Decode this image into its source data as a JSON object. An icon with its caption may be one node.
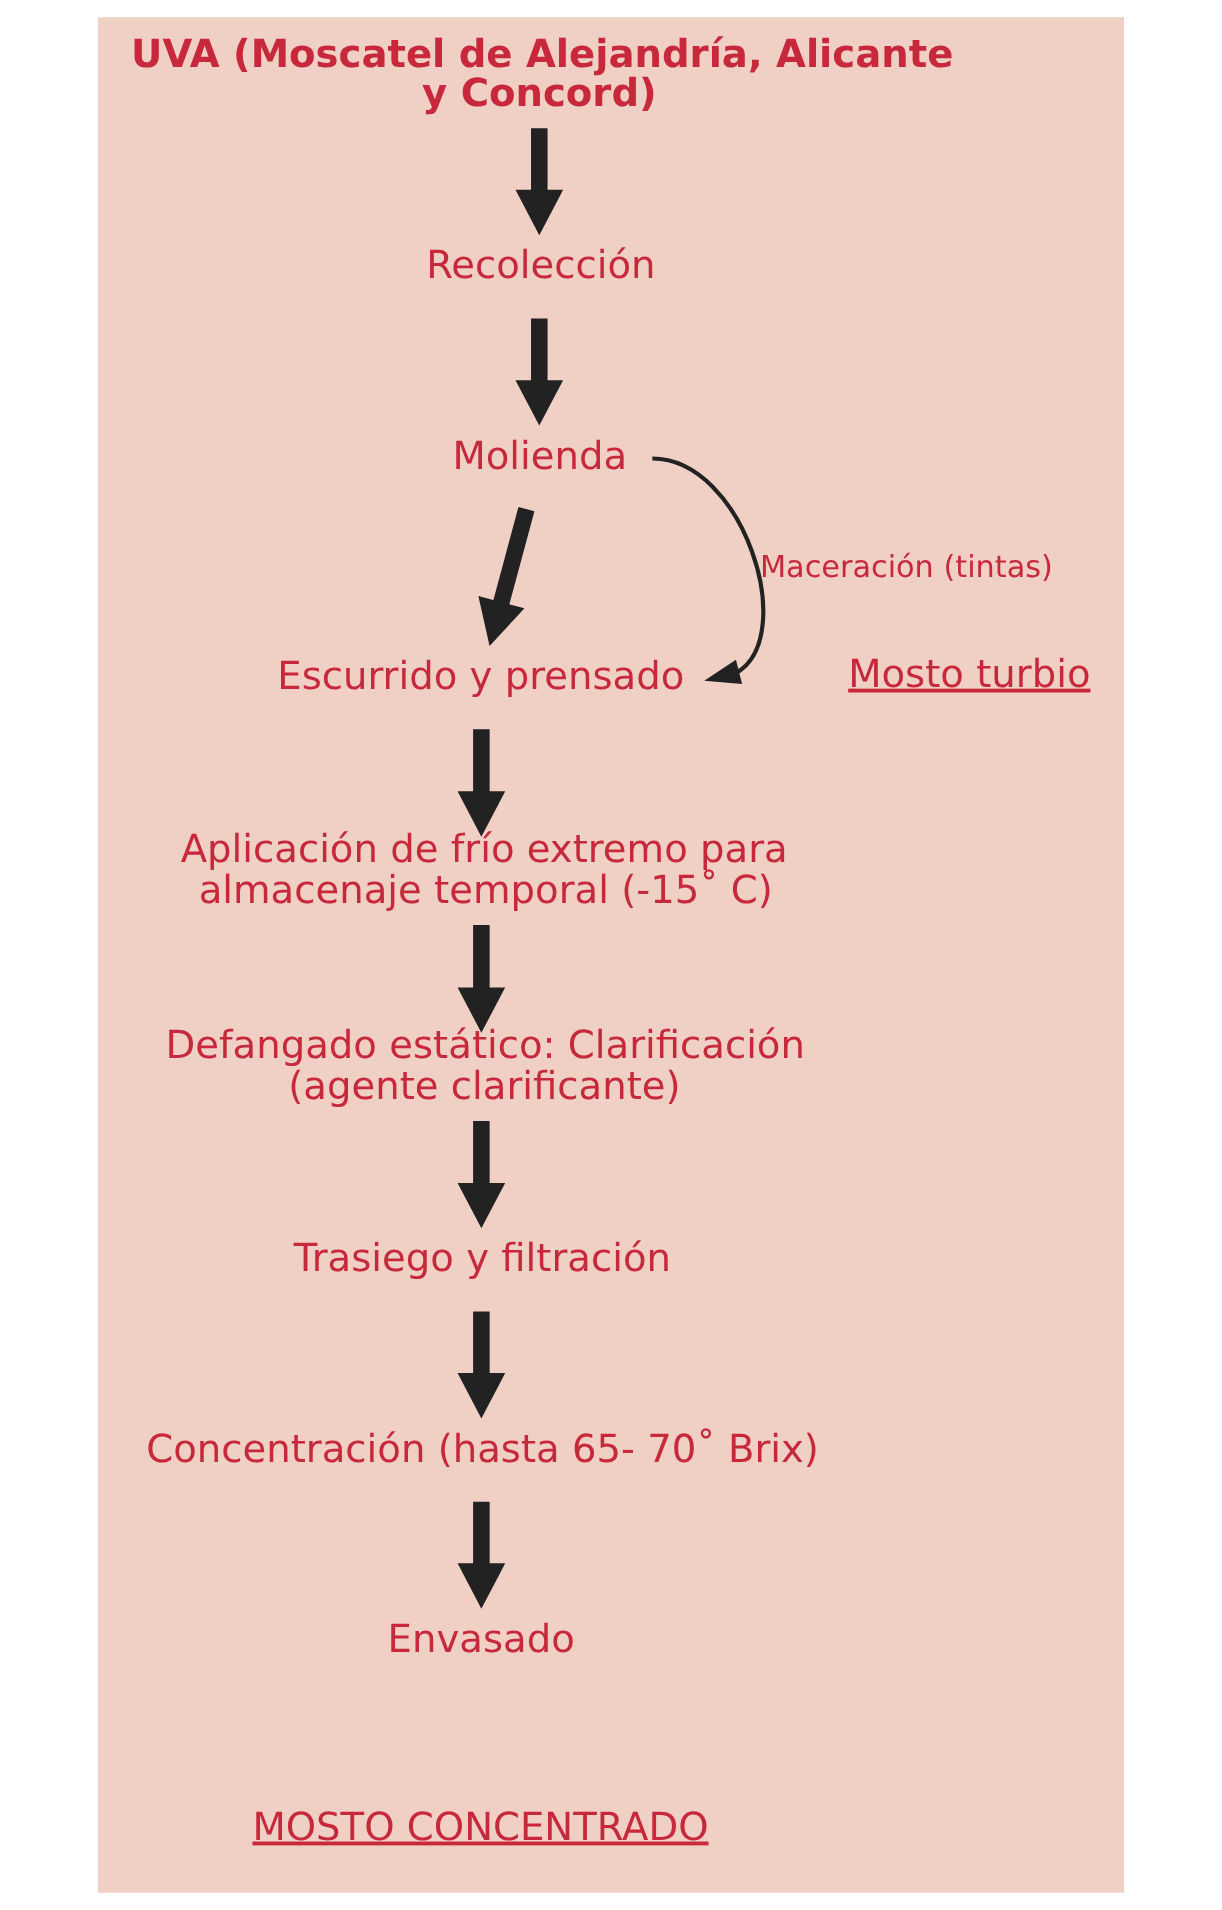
{
  "diagram": {
    "nodes": [
      {
        "text": [
          "UVA (Moscatel de Alejandría, Alicante y Concord)"
        ]
      },
      {
        "text": [
          "Recolección"
        ]
      },
      {
        "text": [
          "Molienda"
        ]
      },
      {
        "text": [
          "Escurrido y prensado"
        ]
      },
      {
        "text": [
          "Aplicación de frío extremo para almacenaje temporal (-15˚ C)"
        ]
      },
      {
        "text": [
          "Defangado estático: Clarificación (agente clarificante)"
        ]
      },
      {
        "text": [
          "Trasiego y filtración"
        ]
      },
      {
        "text": [
          "Concentración (hasta 65- 70˚ Brix)"
        ]
      },
      {
        "text": [
          "Envasado"
        ]
      }
    ],
    "edges": [
      {
        "from": 0,
        "to": 1,
        "arrow": "to"
      },
      {
        "from": 1,
        "to": 2,
        "arrow": "to"
      },
      {
        "from": 2,
        "to": 3,
        "arrow": "to"
      },
      {
        "from": 2,
        "to": 3,
        "arrow": "to",
        "label": "Maceración (tintas)"
      },
      {
        "from": 3,
        "to": 4,
        "arrow": "to"
      },
      {
        "from": 4,
        "to": 5,
        "arrow": "to"
      },
      {
        "from": 5,
        "to": 6,
        "arrow": "to"
      },
      {
        "from": 6,
        "to": 7,
        "arrow": "to"
      },
      {
        "from": 7,
        "to": 8,
        "arrow": "to"
      }
    ],
    "labels": [
      "Mosto turbio",
      "MOSTO CONCENTRADO"
    ]
  }
}
